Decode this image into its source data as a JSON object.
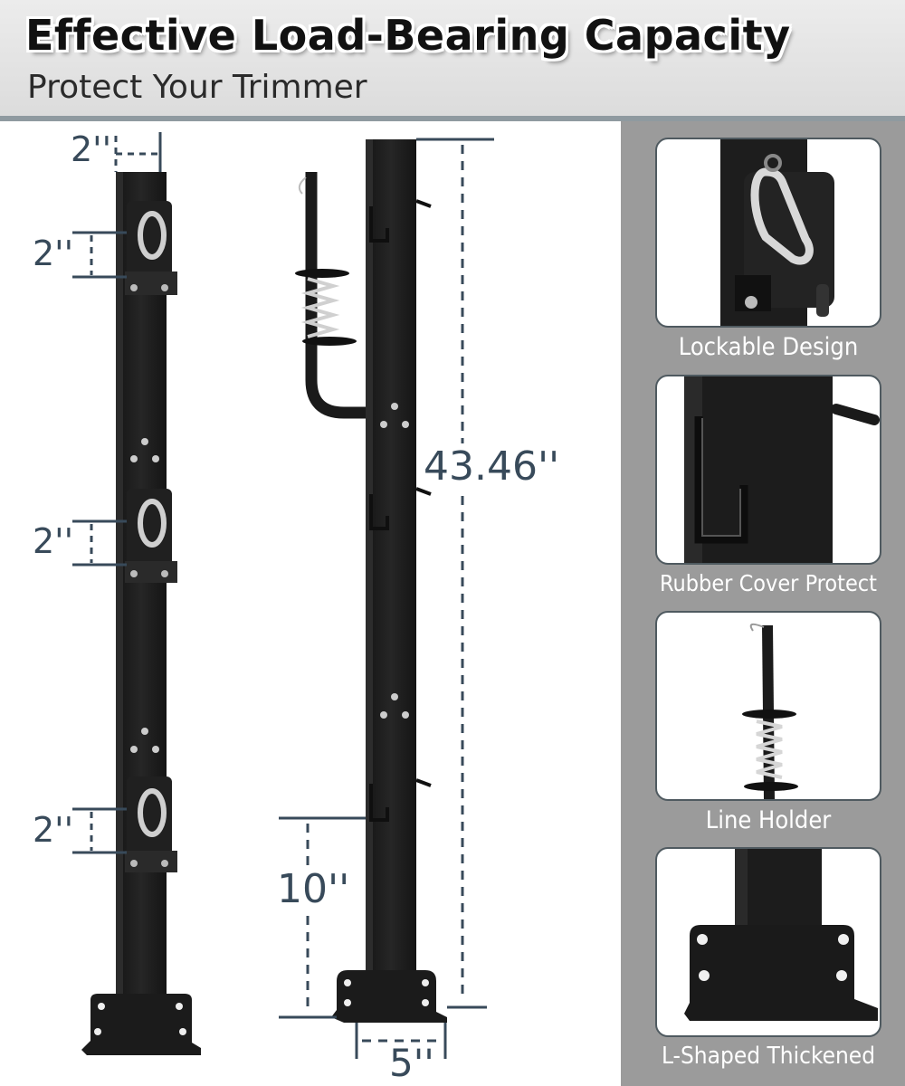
{
  "header": {
    "title": "Effective Load-Bearing Capacity",
    "subtitle": "Protect Your Trimmer"
  },
  "dimensions": {
    "top_width": "2''",
    "hook_spacing_1": "2''",
    "hook_spacing_2": "2''",
    "hook_spacing_3": "2''",
    "height": "43.46''",
    "bottom_height": "10''",
    "base_width": "5''"
  },
  "features": [
    {
      "label": "Lockable Design"
    },
    {
      "label": "Rubber Cover Protect"
    },
    {
      "label": "Line Holder"
    },
    {
      "label": "L-Shaped Thickened"
    }
  ],
  "colors": {
    "post": "#1e1e1e",
    "dimension_text": "#384a5a",
    "panel": "#9b9b9b",
    "frame": "#4f5a60"
  }
}
